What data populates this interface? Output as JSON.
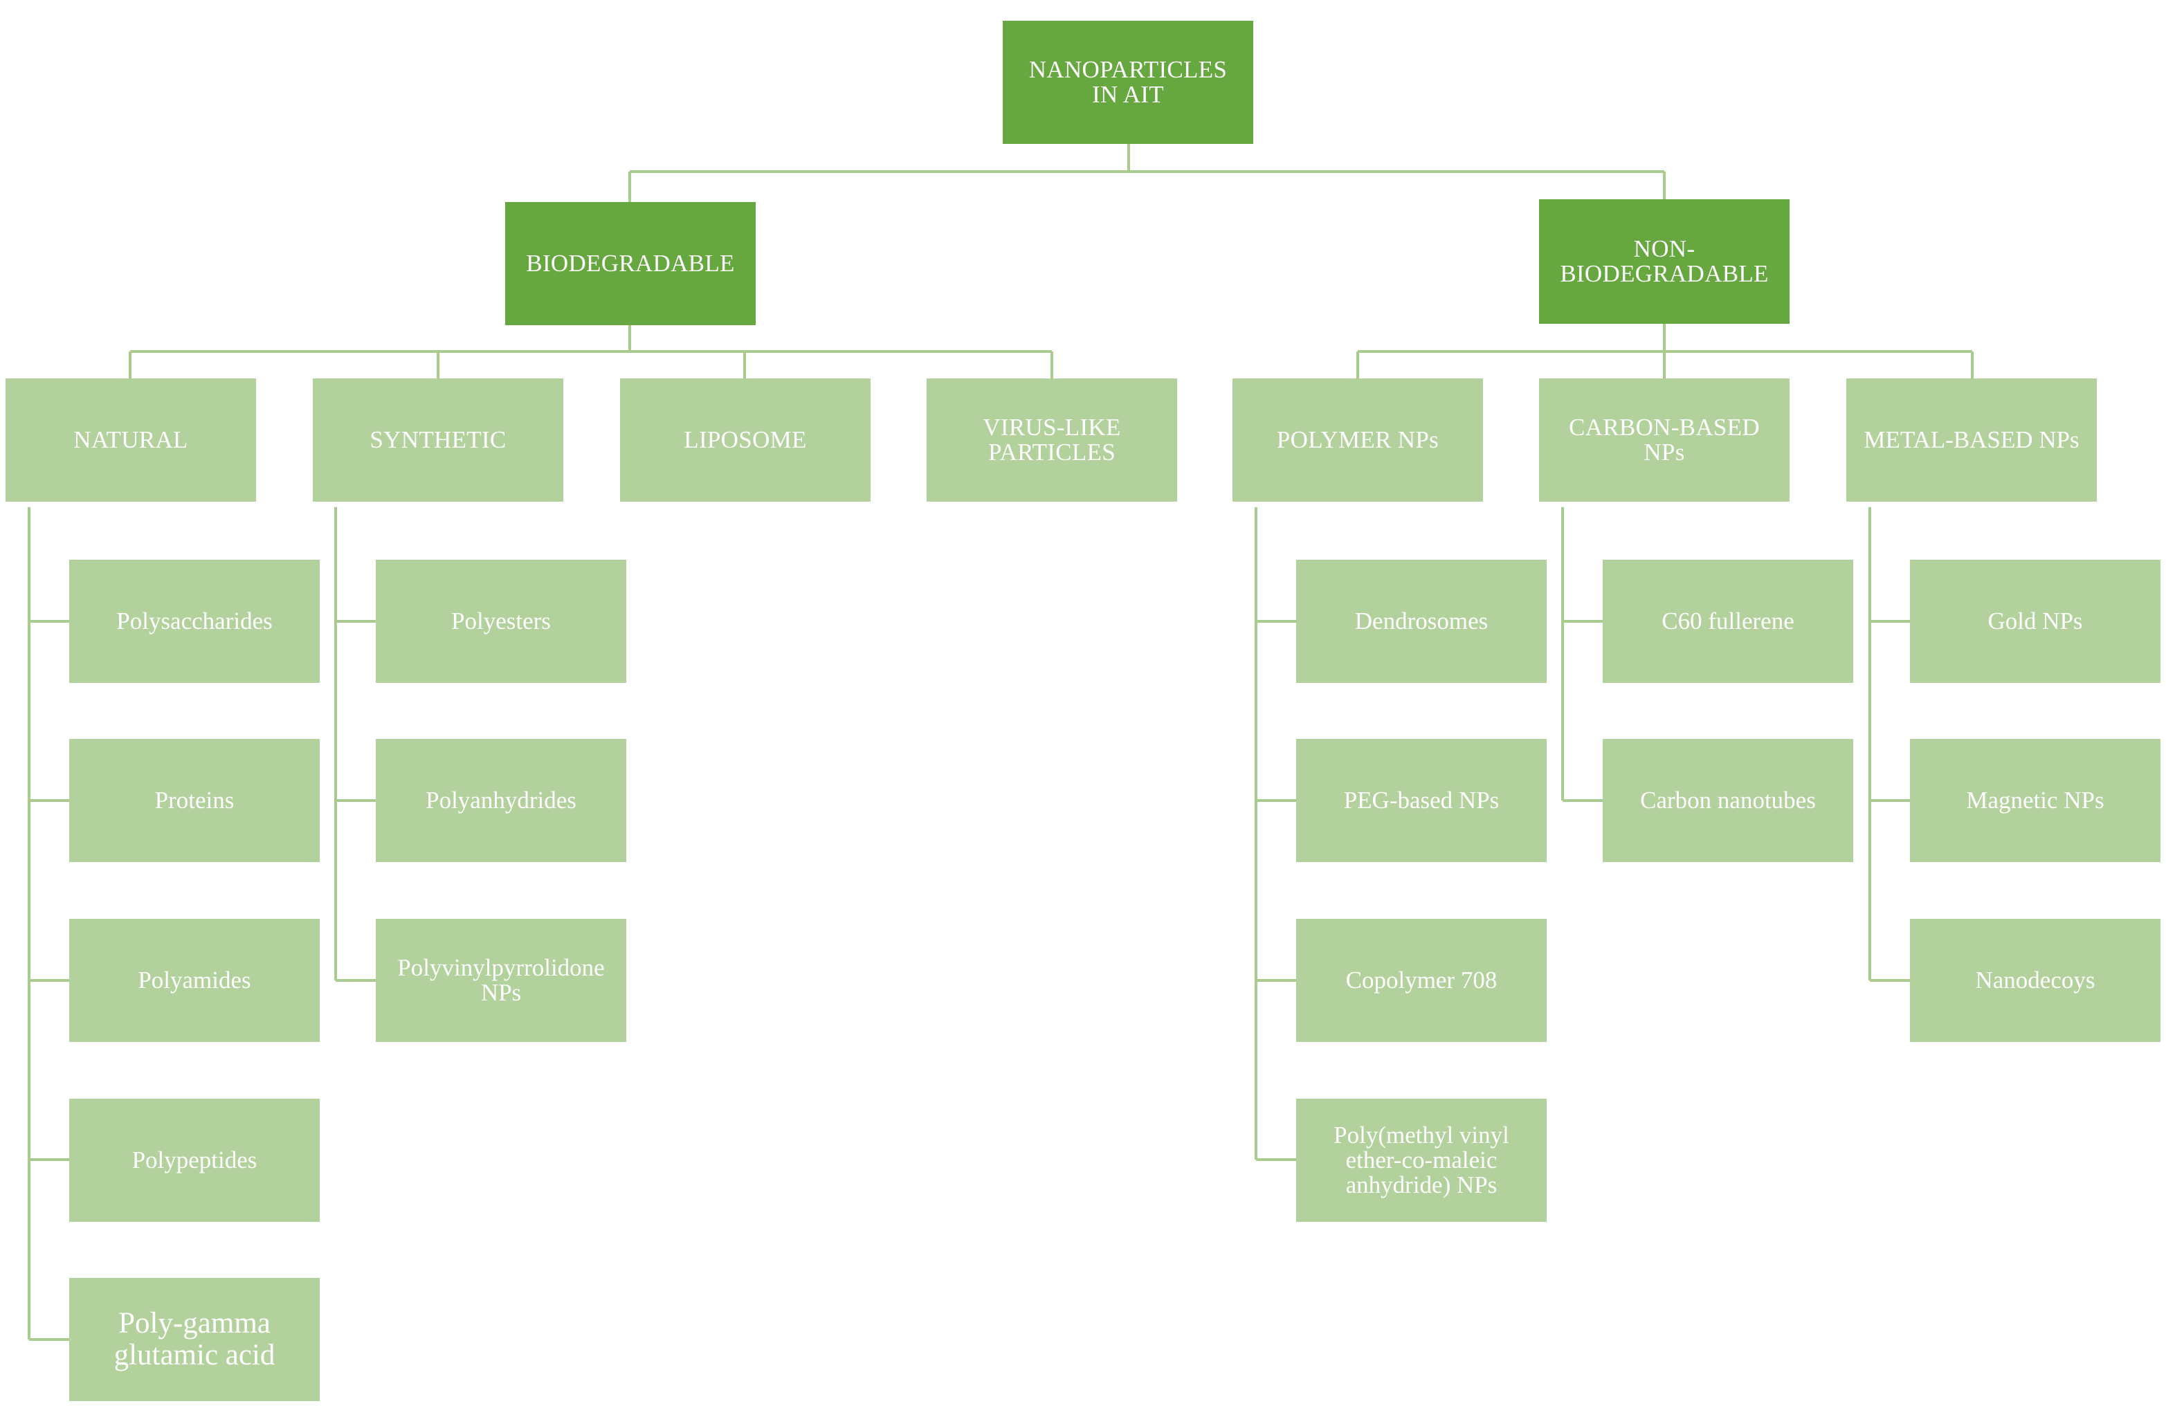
{
  "root": "NANOPARTICLES IN AIT",
  "root_lines": [
    "NANOPARTICLES",
    "IN AIT"
  ],
  "biodegradable": {
    "label": "BIODEGRADABLE",
    "categories": [
      {
        "label": "NATURAL",
        "items": [
          "Polysaccharides",
          "Proteins",
          "Polyamides",
          "Polypeptides",
          "Poly-gamma glutamic acid"
        ]
      },
      {
        "label": "SYNTHETIC",
        "items": [
          "Polyesters",
          "Polyanhydrides",
          "Polyvinylpyrrolidone NPs"
        ]
      },
      {
        "label": "LIPOSOME",
        "items": []
      },
      {
        "label": "VIRUS-LIKE PARTICLES",
        "items": []
      }
    ]
  },
  "non_biodegradable": {
    "label": "NON-BIODEGRADABLE",
    "categories": [
      {
        "label": "POLYMER NPs",
        "items": [
          "Dendrosomes",
          "PEG-based NPs",
          "Copolymer 708",
          "Poly(methyl vinyl ether-co-maleic anhydride) NPs"
        ]
      },
      {
        "label": "CARBON-BASED NPs",
        "items": [
          "C60 fullerene",
          "Carbon nanotubes"
        ]
      },
      {
        "label": "METAL-BASED NPs",
        "items": [
          "Gold NPs",
          "Magnetic NPs",
          "Nanodecoys"
        ]
      }
    ]
  },
  "colors": {
    "dark_box": "#66a83f",
    "light_box": "#b3d19c",
    "connector": "#a9cb8f",
    "text": "#ffffff"
  }
}
